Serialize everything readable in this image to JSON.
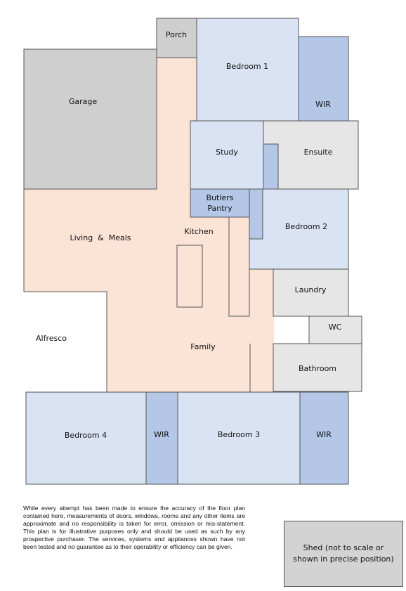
{
  "colors": {
    "living": "#fbe3d6",
    "bedroom": "#dae3f3",
    "robe": "#b4c7e7",
    "service": "#e6e6e6",
    "garage": "#cfcfcf",
    "wall": "#555555"
  },
  "rooms": {
    "porch": "Porch",
    "bedroom1": "Bedroom 1",
    "wir_bed1": "WIR",
    "garage": "Garage",
    "study": "Study",
    "ensuite": "Ensuite",
    "butlers_line1": "Butlers",
    "butlers_line2": "Pantry",
    "living_meals": "Living  &  Meals",
    "kitchen": "Kitchen",
    "bedroom2": "Bedroom 2",
    "laundry": "Laundry",
    "alfresco": "Alfresco",
    "wc": "WC",
    "family": "Family",
    "bathroom": "Bathroom",
    "bedroom4": "Bedroom 4",
    "wir_bed4": "WIR",
    "bedroom3": "Bedroom 3",
    "wir_bed3": "WIR"
  },
  "disclaimer": "While every attempt has been made to ensure the accuracy of the floor plan contained here, measurements of doors, windows, rooms and any other items are approximate and no responsibility is taken for error, omission or mis-statement. This plan is for illustrative purposes only and should be used as such by any prospective purchaser. The services, systems and appliances shown have not been tested and no guarantee as to their operability or efficiency can be given.",
  "shed": "Shed (not to scale or shown in precise position)"
}
